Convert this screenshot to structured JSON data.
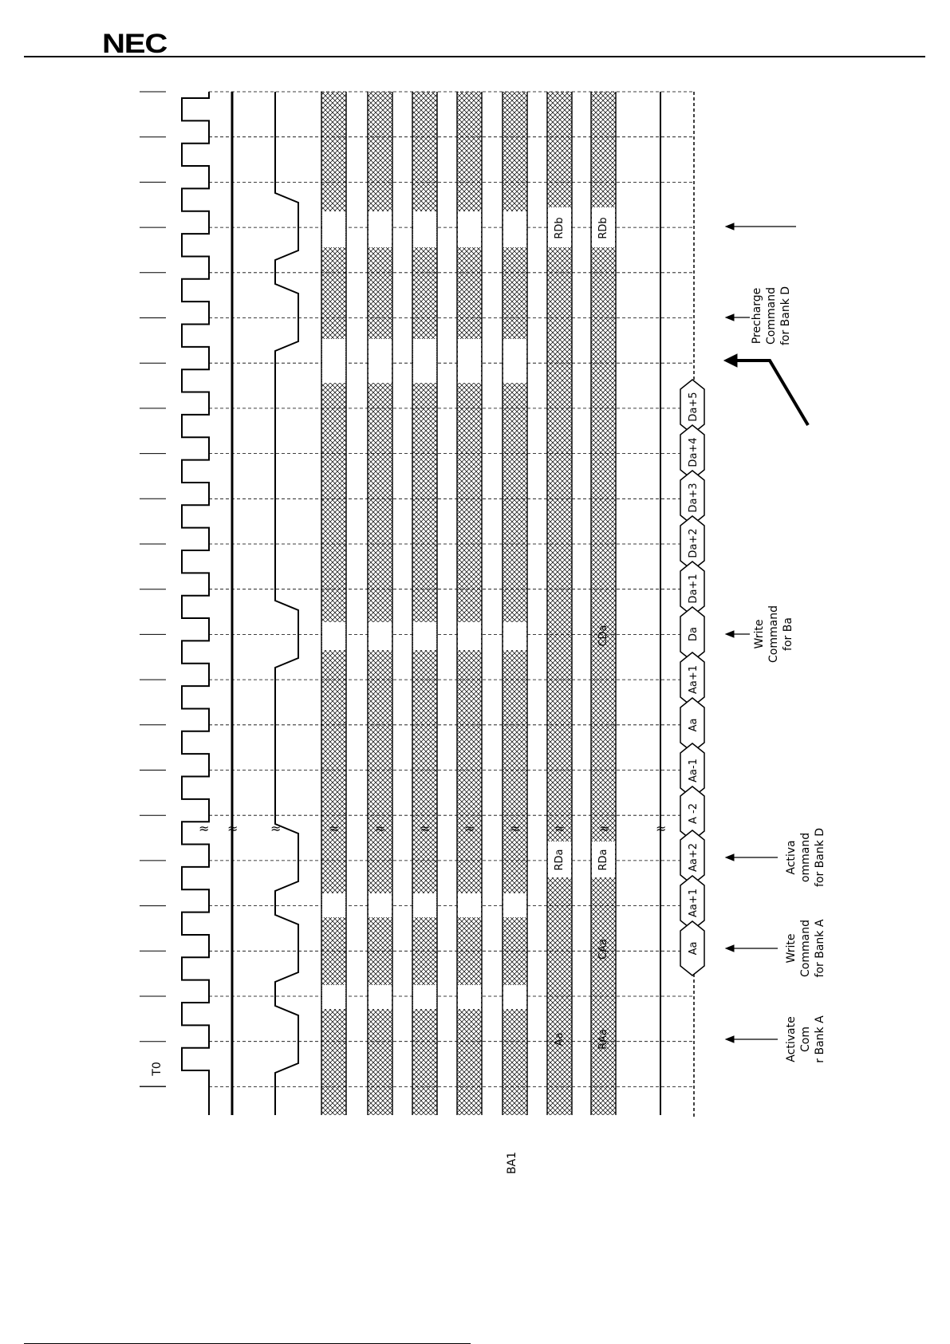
{
  "header": {
    "logo_text": "NEC"
  },
  "timing": {
    "clock_label": "T0",
    "signal_label": "BA1",
    "bus_rdb": [
      "RDb",
      "RDb"
    ],
    "bus_cda": "CDa",
    "bus_rda": [
      "RDa",
      "RDa"
    ],
    "bus_caa": "CAa",
    "bus_aa": [
      "Aa",
      "RAa"
    ],
    "dq_late": [
      "Da+5",
      "Da+4",
      "Da+3",
      "Da+2",
      "Da+1",
      "Da",
      "Aa+1",
      "Aa",
      "Aa-1",
      "A  -2"
    ],
    "dq_early": [
      "Aa+2",
      "Aa+1",
      "Aa"
    ]
  },
  "annotations": {
    "precharge": [
      "Precharge",
      "Command",
      "for Bank D"
    ],
    "write_b": [
      "Write",
      "Command",
      "for Ba"
    ],
    "activate_d": [
      "Activa",
      "ommand",
      "for Bank D"
    ],
    "write_a": [
      "Write",
      "Command",
      "for Bank A"
    ],
    "activate_a": [
      "Activate",
      "Com",
      "r Bank A"
    ]
  },
  "colors": {
    "ink": "#000000",
    "grid": "#000000",
    "hatch": "#000000"
  }
}
